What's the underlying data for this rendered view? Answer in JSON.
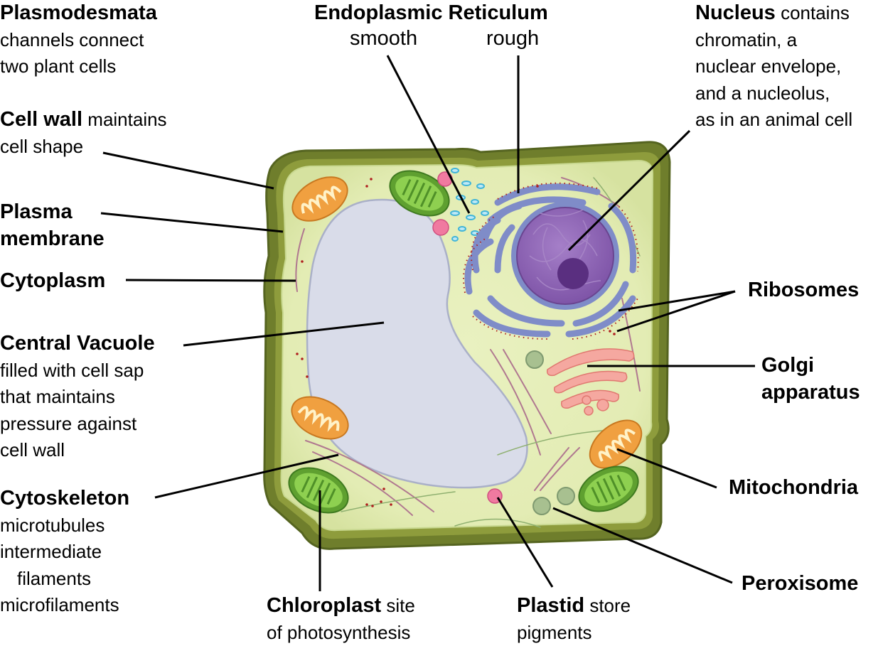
{
  "labels": {
    "plasmodesmata": {
      "title": "Plasmodesmata",
      "lines": [
        "channels connect",
        "two plant cells"
      ]
    },
    "cell_wall": {
      "title": "Cell wall",
      "inline": "maintains",
      "lines": [
        "cell shape"
      ]
    },
    "plasma_membrane": {
      "lines": [
        "Plasma",
        "membrane"
      ]
    },
    "cytoplasm": {
      "title": "Cytoplasm"
    },
    "central_vacuole": {
      "title": "Central Vacuole",
      "lines": [
        "filled with cell sap",
        "that maintains",
        "pressure against",
        "cell wall"
      ]
    },
    "cytoskeleton": {
      "title": "Cytoskeleton",
      "lines": [
        "microtubules",
        "intermediate",
        "filaments",
        "microfilaments"
      ]
    },
    "er": {
      "title": "Endoplasmic Reticulum",
      "smooth": "smooth",
      "rough": "rough"
    },
    "nucleus": {
      "title": "Nucleus",
      "inline": "contains",
      "lines": [
        "chromatin, a",
        "nuclear envelope,",
        "and a nucleolus,",
        "as in an animal cell"
      ]
    },
    "ribosomes": {
      "title": "Ribosomes"
    },
    "golgi": {
      "lines": [
        "Golgi",
        "apparatus"
      ]
    },
    "mitochondria": {
      "title": "Mitochondria"
    },
    "peroxisome": {
      "title": "Peroxisome"
    },
    "chloroplast": {
      "title": "Chloroplast",
      "inline": "site",
      "lines": [
        "of photosynthesis"
      ]
    },
    "plastid": {
      "title": "Plastid",
      "inline": "store",
      "lines": [
        "pigments"
      ]
    }
  },
  "colors": {
    "cell_wall": "#6b7a2a",
    "cell_wall_light": "#8e9c3c",
    "cytoplasm": "#e6efb8",
    "vacuole": "#d9dce9",
    "vacuole_edge": "#aab0c8",
    "nucleus": "#8a5fb0",
    "nucleolus": "#5a2f80",
    "rough_er": "#7f8cc8",
    "ribosome": "#b02020",
    "smooth_er": "#40b4d8",
    "golgi": "#f5a8a0",
    "mitochondria": "#f0a040",
    "chloroplast": "#7cc040",
    "peroxisome": "#9ab890",
    "plastid": "#f07aa0",
    "leader": "#000000"
  }
}
